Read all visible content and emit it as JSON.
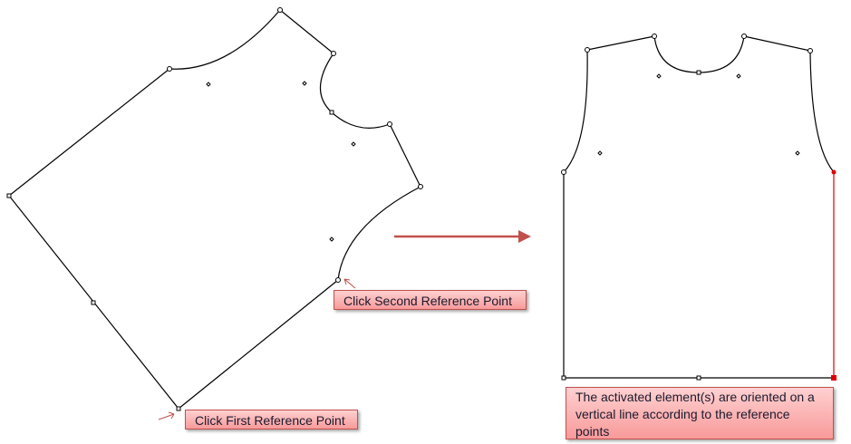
{
  "labels": {
    "second_point": "Click Second  Reference Point",
    "first_point": "Click First Reference Point",
    "result": "The activated element(s) are oriented on a vertical line according to the reference points"
  },
  "colors": {
    "outline": "#000000",
    "highlight": "#e00000",
    "arrow": "#c0504d",
    "label_border": "#c0504d"
  }
}
